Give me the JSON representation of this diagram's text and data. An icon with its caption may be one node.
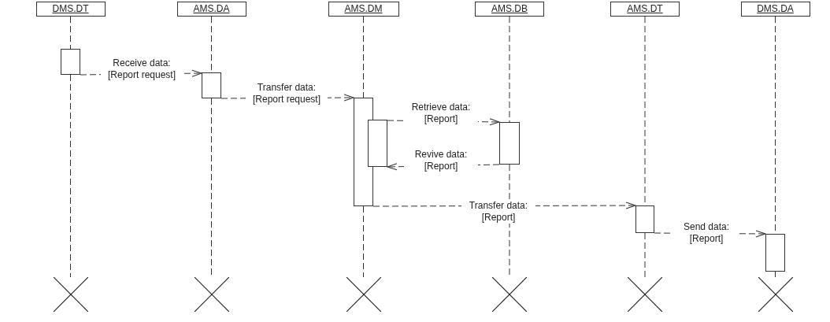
{
  "diagram": {
    "nodes": [
      {
        "text": [
          "DMS.DT"
        ]
      },
      {
        "text": [
          "AMS.DA"
        ]
      },
      {
        "text": [
          "AMS.DM"
        ]
      },
      {
        "text": [
          "AMS.DB"
        ]
      },
      {
        "text": [
          "AMS.DT"
        ]
      },
      {
        "text": [
          "DMS.DA"
        ]
      },
      {
        "text": [],
        "shape": "bar"
      },
      {
        "text": [],
        "shape": "bar"
      },
      {
        "text": [],
        "shape": "bar"
      },
      {
        "text": [],
        "shape": "bar"
      },
      {
        "text": [],
        "shape": "bar"
      },
      {
        "text": [],
        "shape": "bar"
      },
      {
        "text": [],
        "shape": "bar"
      },
      {
        "text": [],
        "shape": "cross"
      },
      {
        "text": [],
        "shape": "cross"
      },
      {
        "text": [],
        "shape": "cross"
      },
      {
        "text": [],
        "shape": "cross"
      },
      {
        "text": [],
        "shape": "cross"
      },
      {
        "text": [],
        "shape": "cross"
      }
    ],
    "edges": [
      {
        "from": 6,
        "to": 7,
        "arrow": "to",
        "style": "dashed",
        "label": "Receive data: [Report request]"
      },
      {
        "from": 7,
        "to": 8,
        "arrow": "to",
        "style": "dashed",
        "label": "Transfer data: [Report request]"
      },
      {
        "from": 9,
        "to": 10,
        "arrow": "to",
        "style": "dashed",
        "label": "Retrieve data: [Report]"
      },
      {
        "from": 10,
        "to": 9,
        "arrow": "to",
        "style": "dashed",
        "label": "Revive data: [Report]"
      },
      {
        "from": 8,
        "to": 11,
        "arrow": "to",
        "style": "dashed",
        "label": "Transfer data: [Report]"
      },
      {
        "from": 11,
        "to": 12,
        "arrow": "to",
        "style": "dashed",
        "label": "Send data: [Report]"
      },
      {
        "from": 0,
        "to": 6,
        "arrow": "none",
        "style": "dashed"
      },
      {
        "from": 6,
        "to": 13,
        "arrow": "none",
        "style": "dashed"
      },
      {
        "from": 1,
        "to": 7,
        "arrow": "none",
        "style": "dashed"
      },
      {
        "from": 7,
        "to": 14,
        "arrow": "none",
        "style": "dashed"
      },
      {
        "from": 2,
        "to": 8,
        "arrow": "none",
        "style": "dashed"
      },
      {
        "from": 8,
        "to": 15,
        "arrow": "none",
        "style": "dashed"
      },
      {
        "from": 3,
        "to": 10,
        "arrow": "none",
        "style": "dashed"
      },
      {
        "from": 10,
        "to": 16,
        "arrow": "none",
        "style": "dashed"
      },
      {
        "from": 4,
        "to": 11,
        "arrow": "none",
        "style": "dashed"
      },
      {
        "from": 11,
        "to": 17,
        "arrow": "none",
        "style": "dashed"
      },
      {
        "from": 5,
        "to": 12,
        "arrow": "none",
        "style": "dashed"
      },
      {
        "from": 12,
        "to": 18,
        "arrow": "none",
        "style": "dashed"
      }
    ]
  }
}
